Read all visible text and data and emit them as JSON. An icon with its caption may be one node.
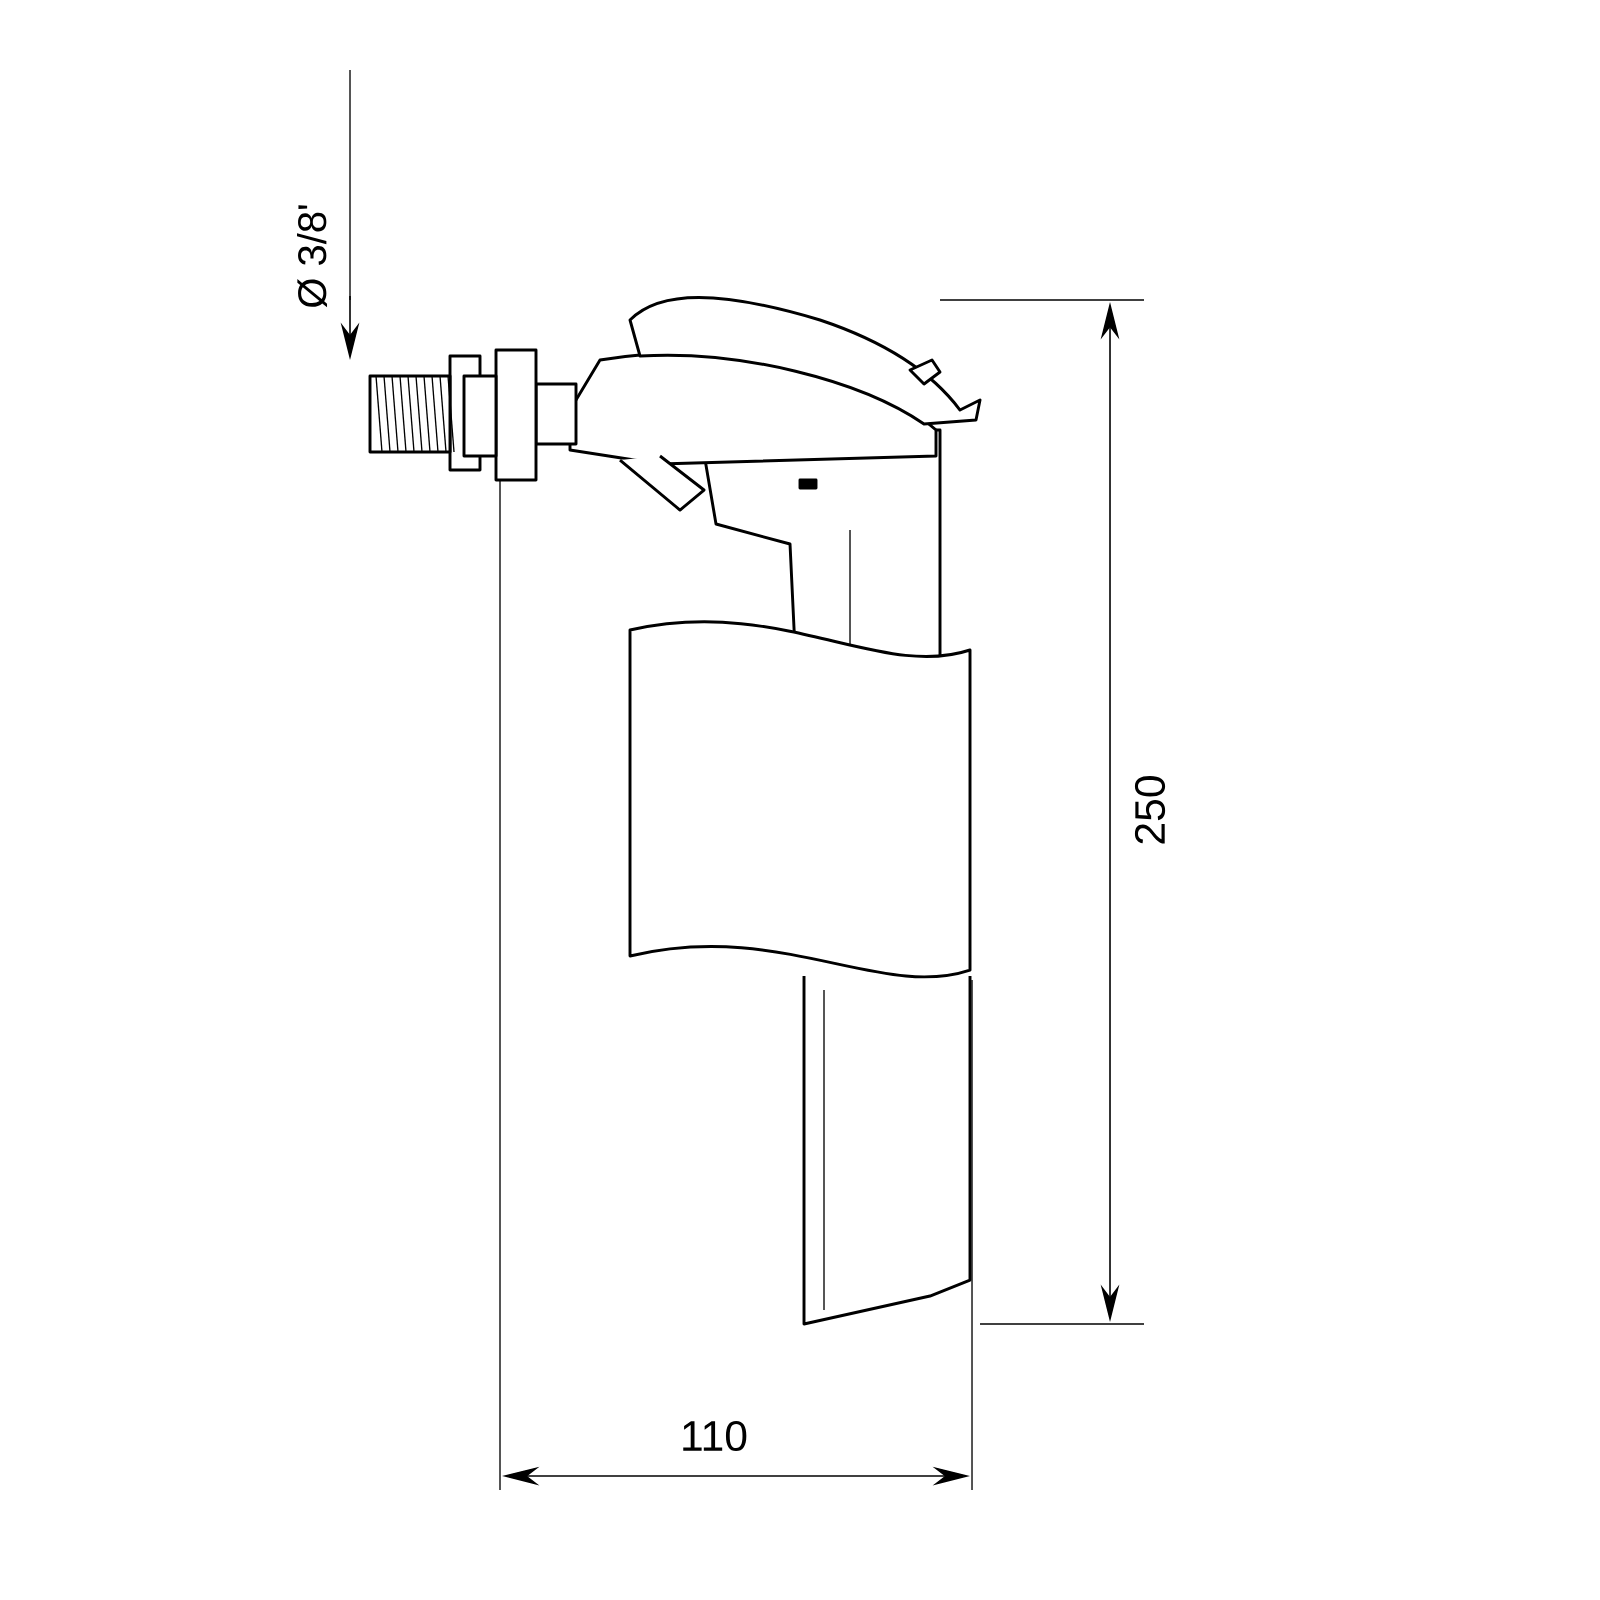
{
  "diagram": {
    "labels": [
      "Ø 3/8'",
      "250",
      "110"
    ]
  }
}
